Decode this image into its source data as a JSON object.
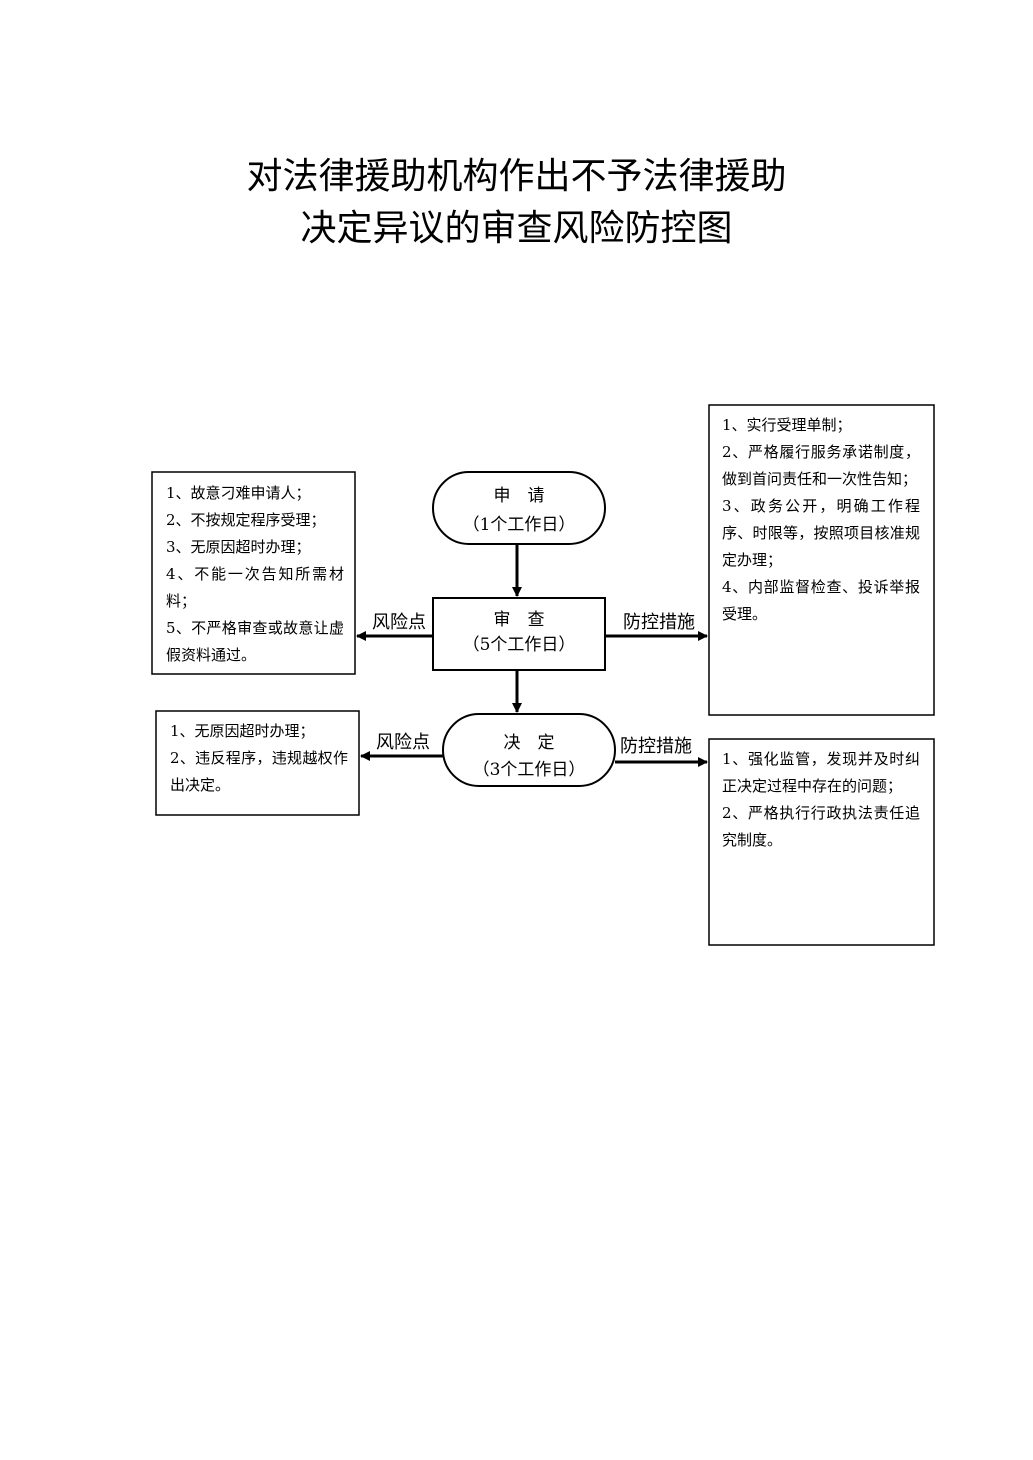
{
  "title": {
    "line1": "对法律援助机构作出不予法律援助",
    "line2": "决定异议的审查风险防控图"
  },
  "nodes": {
    "apply": {
      "name": "申　请",
      "days": "（1个工作日）"
    },
    "review": {
      "name": "审　查",
      "days": "（5个工作日）"
    },
    "decide": {
      "name": "决　定",
      "days": "（3个工作日）"
    }
  },
  "labels": {
    "risk_review": "风险点",
    "control_review": "防控措施",
    "risk_decide": "风险点",
    "control_decide": "防控措施"
  },
  "risk_review_items": [
    "1、故意刁难申请人；",
    "2、不按规定程序受理；",
    "3、无原因超时办理；",
    "4、不能一次告知所需材料；",
    "5、不严格审查或故意让虚假资料通过。"
  ],
  "control_review_items": [
    "1、实行受理单制；",
    "2、严格履行服务承诺制度，做到首问责任和一次性告知；",
    "3、政务公开，明确工作程序、时限等，按照项目核准规定办理；",
    "4、内部监督检查、投诉举报受理。"
  ],
  "risk_decide_items": [
    "1、无原因超时办理；",
    "2、违反程序，违规越权作出决定。"
  ],
  "control_decide_items": [
    "1、强化监管，发现并及时纠正决定过程中存在的问题；",
    "2、严格执行行政执法责任追究制度。"
  ]
}
